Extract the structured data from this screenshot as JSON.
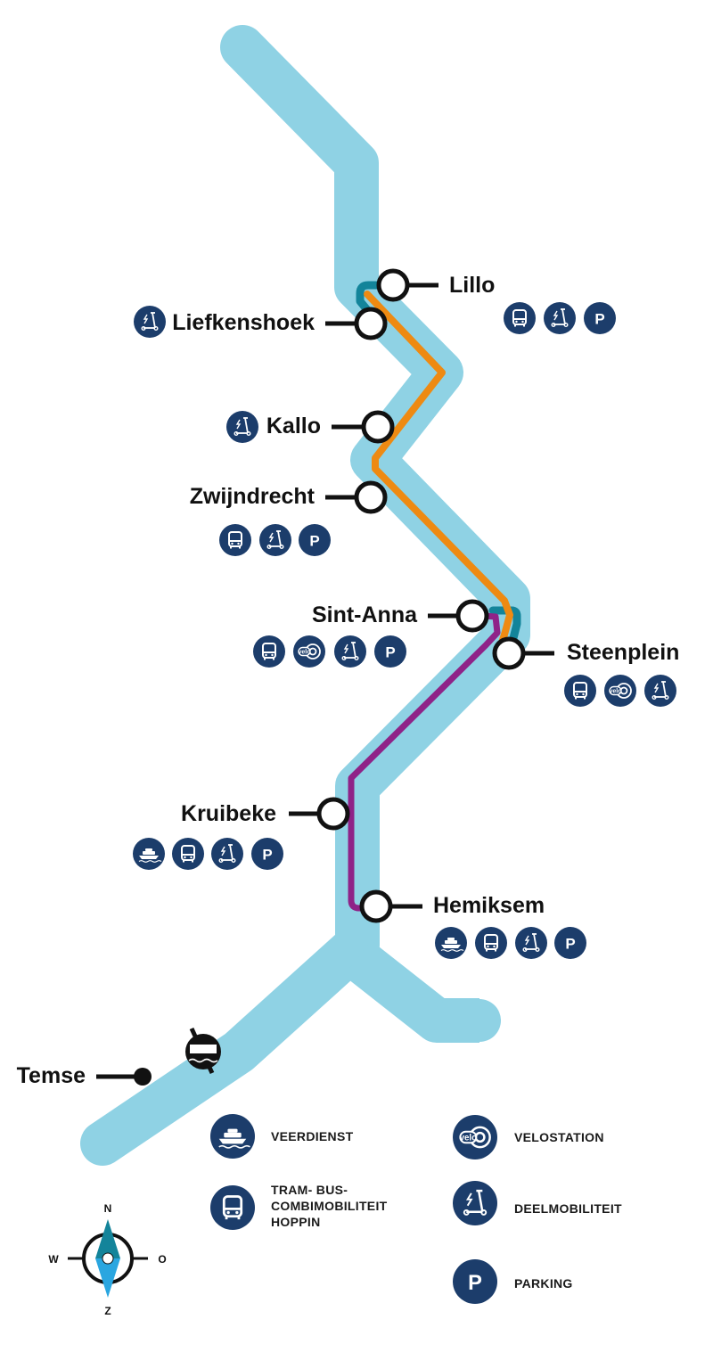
{
  "colors": {
    "river": "#8fd2e4",
    "line_orange": "#ee8a12",
    "line_purple": "#8f2388",
    "line_teal": "#13849a",
    "icon_bg": "#1c3d6b",
    "station_stroke": "#111111"
  },
  "stations": [
    {
      "name": "Lillo",
      "icons": [
        "bus-icon",
        "scooter-icon",
        "parking-icon"
      ]
    },
    {
      "name": "Liefkenshoek",
      "icons": [
        "scooter-icon"
      ]
    },
    {
      "name": "Kallo",
      "icons": [
        "scooter-icon"
      ]
    },
    {
      "name": "Zwijndrecht",
      "icons": [
        "bus-icon",
        "scooter-icon",
        "parking-icon"
      ]
    },
    {
      "name": "Sint-Anna",
      "icons": [
        "bus-icon",
        "velo-icon",
        "scooter-icon",
        "parking-icon"
      ]
    },
    {
      "name": "Steenplein",
      "icons": [
        "bus-icon",
        "velo-icon",
        "scooter-icon"
      ]
    },
    {
      "name": "Kruibeke",
      "icons": [
        "ferry-icon",
        "bus-icon",
        "scooter-icon",
        "parking-icon"
      ]
    },
    {
      "name": "Hemiksem",
      "icons": [
        "ferry-icon",
        "bus-icon",
        "scooter-icon",
        "parking-icon"
      ]
    },
    {
      "name": "Temse",
      "icons": []
    }
  ],
  "legend": {
    "ferry": "VEERDIENST",
    "bus_line1": "TRAM- BUS-",
    "bus_line2": "COMBIMOBILITEIT",
    "bus_line3": "HOPPIN",
    "velo": "VELOSTATION",
    "shared": "DEELMOBILITEIT",
    "parking": "PARKING"
  },
  "compass": {
    "n": "N",
    "e": "O",
    "s": "Z",
    "w": "W"
  },
  "icon_glyphs": {
    "velo": "velo",
    "parking": "P"
  }
}
